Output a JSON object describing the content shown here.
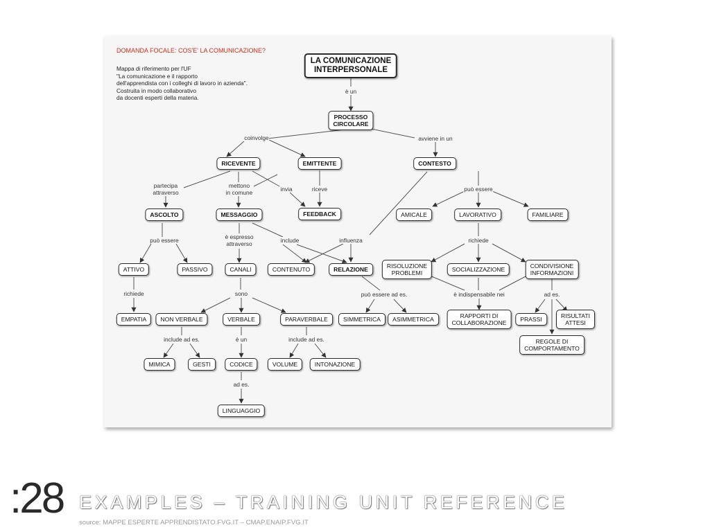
{
  "slide": {
    "number": ":28",
    "title": "EXAMPLES – TRAINING UNIT REFERENCE",
    "source": "source: MAPPE ESPERTE APPRENDISTATO.FVG.IT – CMAP.ENAIP.FVG.IT"
  },
  "focal": {
    "title": "DOMANDA FOCALE: COS'E' LA COMUNICAZIONE?",
    "description": [
      "Mappa di riferimento per l'UF",
      "\"La comunicazione e il rapporto",
      "dell'apprendista con i colleghi di lavoro in azienda\".",
      "Costruita in modo collaborativo",
      "da docenti esperti della materia."
    ]
  },
  "colors": {
    "focal_title": "#d42a1a",
    "node_border": "#2b2b2b",
    "panel": "#f6f6f6"
  },
  "concepts": [
    {
      "id": "comunicazione",
      "lines": [
        "LA COMUNICAZIONE",
        "INTERPERSONALE"
      ],
      "bold": true,
      "big": true
    },
    {
      "id": "processo",
      "lines": [
        "PROCESSO",
        "CIRCOLARE"
      ],
      "bold": true
    },
    {
      "id": "ricevente",
      "lines": [
        "RICEVENTE"
      ],
      "bold": true
    },
    {
      "id": "emittente",
      "lines": [
        "EMITTENTE"
      ],
      "bold": true
    },
    {
      "id": "contesto",
      "lines": [
        "CONTESTO"
      ],
      "bold": true
    },
    {
      "id": "ascolto",
      "lines": [
        "ASCOLTO"
      ],
      "bold": true
    },
    {
      "id": "messaggio",
      "lines": [
        "MESSAGGIO"
      ],
      "bold": true
    },
    {
      "id": "feedback",
      "lines": [
        "FEEDBACK"
      ],
      "bold": true
    },
    {
      "id": "amicale",
      "lines": [
        "AMICALE"
      ]
    },
    {
      "id": "lavorativo",
      "lines": [
        "LAVORATIVO"
      ]
    },
    {
      "id": "familiare",
      "lines": [
        "FAMILIARE"
      ]
    },
    {
      "id": "attivo",
      "lines": [
        "ATTIVO"
      ]
    },
    {
      "id": "passivo",
      "lines": [
        "PASSIVO"
      ]
    },
    {
      "id": "canali",
      "lines": [
        "CANALI"
      ]
    },
    {
      "id": "contenuto",
      "lines": [
        "CONTENUTO"
      ]
    },
    {
      "id": "relazione",
      "lines": [
        "RELAZIONE"
      ],
      "bold": true
    },
    {
      "id": "risoluzione",
      "lines": [
        "RISOLUZIONE",
        "PROBLEMI"
      ]
    },
    {
      "id": "socializzazione",
      "lines": [
        "SOCIALIZZAZIONE"
      ]
    },
    {
      "id": "condivisione",
      "lines": [
        "CONDIVISIONE",
        "INFORMAZIONI"
      ]
    },
    {
      "id": "empatia",
      "lines": [
        "EMPATIA"
      ]
    },
    {
      "id": "nonverbale",
      "lines": [
        "NON VERBALE"
      ]
    },
    {
      "id": "verbale",
      "lines": [
        "VERBALE"
      ]
    },
    {
      "id": "paraverbale",
      "lines": [
        "PARAVERBALE"
      ]
    },
    {
      "id": "simmetrica",
      "lines": [
        "SIMMETRICA"
      ]
    },
    {
      "id": "asimmetrica",
      "lines": [
        "ASIMMETRICA"
      ]
    },
    {
      "id": "rapporti",
      "lines": [
        "RAPPORTI DI",
        "COLLABORAZIONE"
      ]
    },
    {
      "id": "prassi",
      "lines": [
        "PRASSI"
      ]
    },
    {
      "id": "risultati",
      "lines": [
        "RISULTATI",
        "ATTESI"
      ]
    },
    {
      "id": "regole",
      "lines": [
        "REGOLE DI",
        "COMPORTAMENTO"
      ]
    },
    {
      "id": "mimica",
      "lines": [
        "MIMICA"
      ]
    },
    {
      "id": "gesti",
      "lines": [
        "GESTI"
      ]
    },
    {
      "id": "codice",
      "lines": [
        "CODICE"
      ]
    },
    {
      "id": "volume",
      "lines": [
        "VOLUME"
      ]
    },
    {
      "id": "intonazione",
      "lines": [
        "INTONAZIONE"
      ]
    },
    {
      "id": "linguaggio",
      "lines": [
        "LINGUAGGIO"
      ]
    }
  ],
  "linking_phrases": [
    {
      "id": "eun1",
      "lines": [
        "è un"
      ]
    },
    {
      "id": "coinvolge",
      "lines": [
        "coinvolge"
      ]
    },
    {
      "id": "avviene",
      "lines": [
        "avviene in un"
      ]
    },
    {
      "id": "partecipa",
      "lines": [
        "partecipa",
        "attraverso"
      ]
    },
    {
      "id": "mettono",
      "lines": [
        "mettono",
        "in comune"
      ]
    },
    {
      "id": "invia",
      "lines": [
        "invia"
      ]
    },
    {
      "id": "riceve",
      "lines": [
        "riceve"
      ]
    },
    {
      "id": "puoessere1",
      "lines": [
        "può essere"
      ]
    },
    {
      "id": "puoessere2",
      "lines": [
        "può essere"
      ]
    },
    {
      "id": "espresso",
      "lines": [
        "è espresso",
        "attraverso"
      ]
    },
    {
      "id": "include",
      "lines": [
        "include"
      ]
    },
    {
      "id": "influenza",
      "lines": [
        "influenza"
      ]
    },
    {
      "id": "richiede2",
      "lines": [
        "richiede"
      ]
    },
    {
      "id": "richiede1",
      "lines": [
        "richiede"
      ]
    },
    {
      "id": "sono",
      "lines": [
        "sono"
      ]
    },
    {
      "id": "puoessereades",
      "lines": [
        "può essere ad es."
      ]
    },
    {
      "id": "indispensabile",
      "lines": [
        "è indispensabile nei"
      ]
    },
    {
      "id": "ades1",
      "lines": [
        "ad es."
      ]
    },
    {
      "id": "includeades1",
      "lines": [
        "include ad es."
      ]
    },
    {
      "id": "eun2",
      "lines": [
        "è un"
      ]
    },
    {
      "id": "includeades2",
      "lines": [
        "include ad es."
      ]
    },
    {
      "id": "ades2",
      "lines": [
        "ad es."
      ]
    }
  ]
}
